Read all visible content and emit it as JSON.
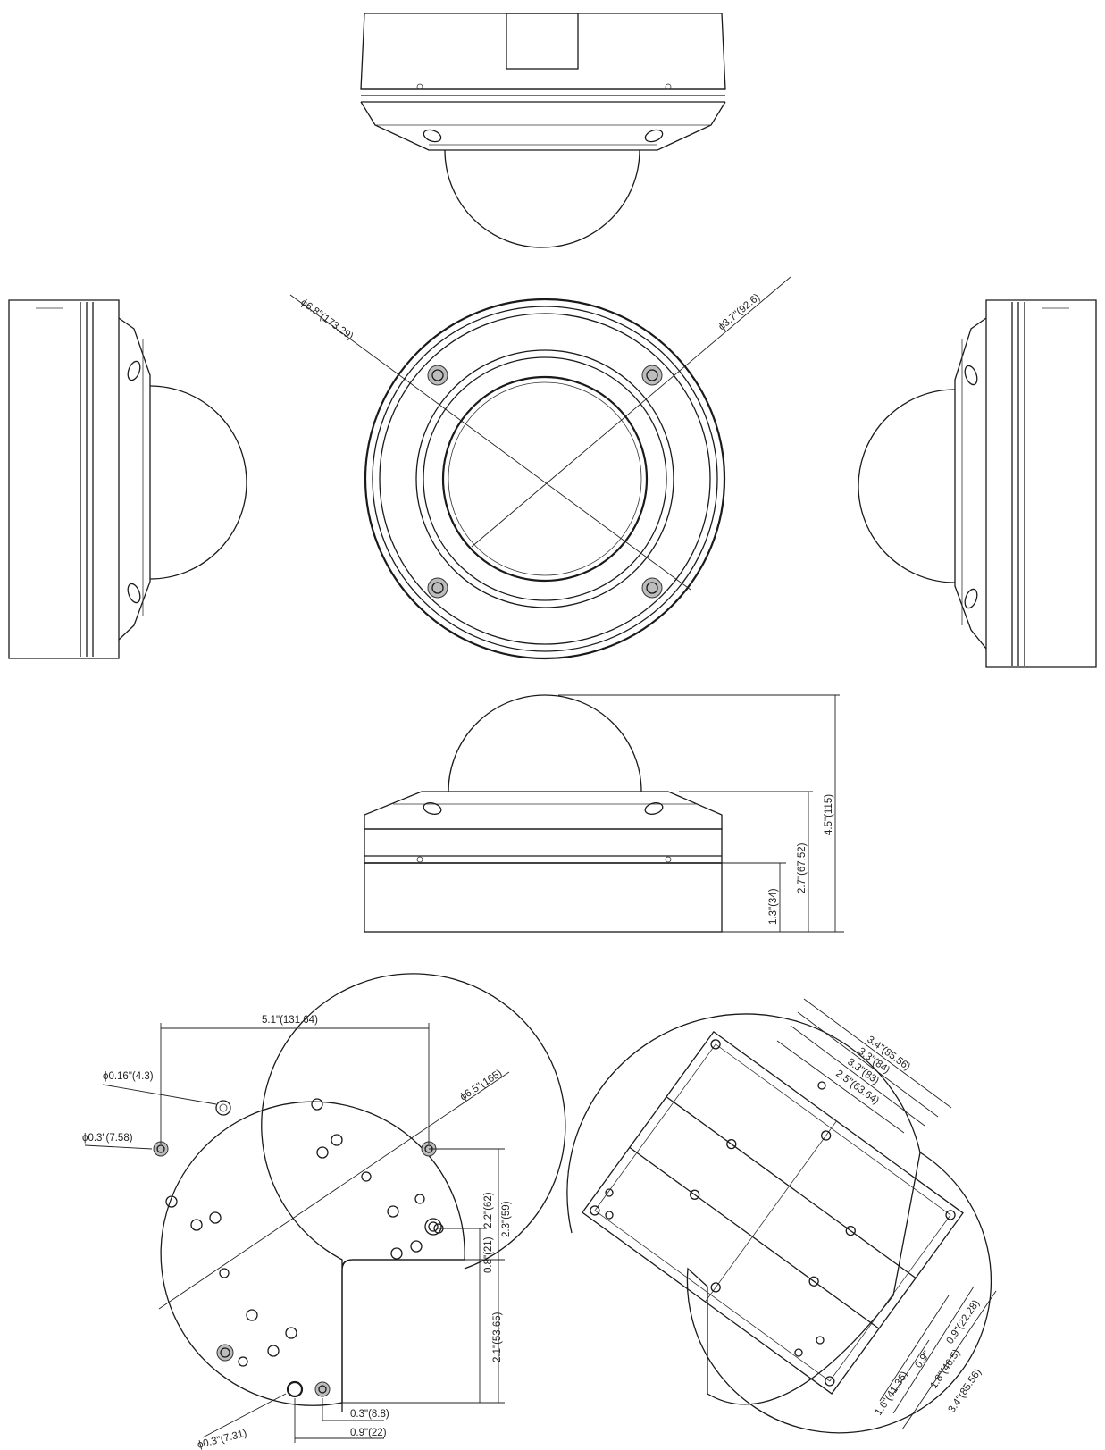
{
  "title": "",
  "views": {
    "front_top": {
      "labels": []
    },
    "face": {
      "labels": {
        "outer_dia": "ϕ6.8\"(173.29)",
        "inner_dia": "ϕ3.7\"(92.6)"
      }
    },
    "side": {
      "labels": {
        "total_height": "4.5\"(115)",
        "base_to_dome": "2.7\"(67.52)",
        "base_height": "1.3\"(34)"
      }
    },
    "bracket": {
      "labels": {
        "width": "5.1\"(131.64)",
        "small_hole": "ϕ0.16\"(4.3)",
        "mid_hole": "ϕ0.3\"(7.58)",
        "plate_dia": "ϕ6.5\"(165)",
        "v_2_3": "2.3\"(59)",
        "v_2_2": "2.2\"(62)",
        "v_0_8": "0.8\"(21)",
        "v_2_1": "2.1\"(53.65)",
        "bottom_hole": "ϕ0.3\"(7.31)",
        "h_0_3": "0.3\"(8.8)",
        "h_0_9": "0.9\"(22)"
      }
    },
    "bracket_box": {
      "labels": {
        "d1": "3.4\"(85.56)",
        "d2": "3.3\"(84)",
        "d3": "3.3\"(83)",
        "d4": "2.5\"(63.64)",
        "e1": "0.9\"(22.28)",
        "e2": "1.8\"(46.5)",
        "e3": "3.4\"(85.56)",
        "e4": "1.6\"(41.36)"
      }
    }
  }
}
